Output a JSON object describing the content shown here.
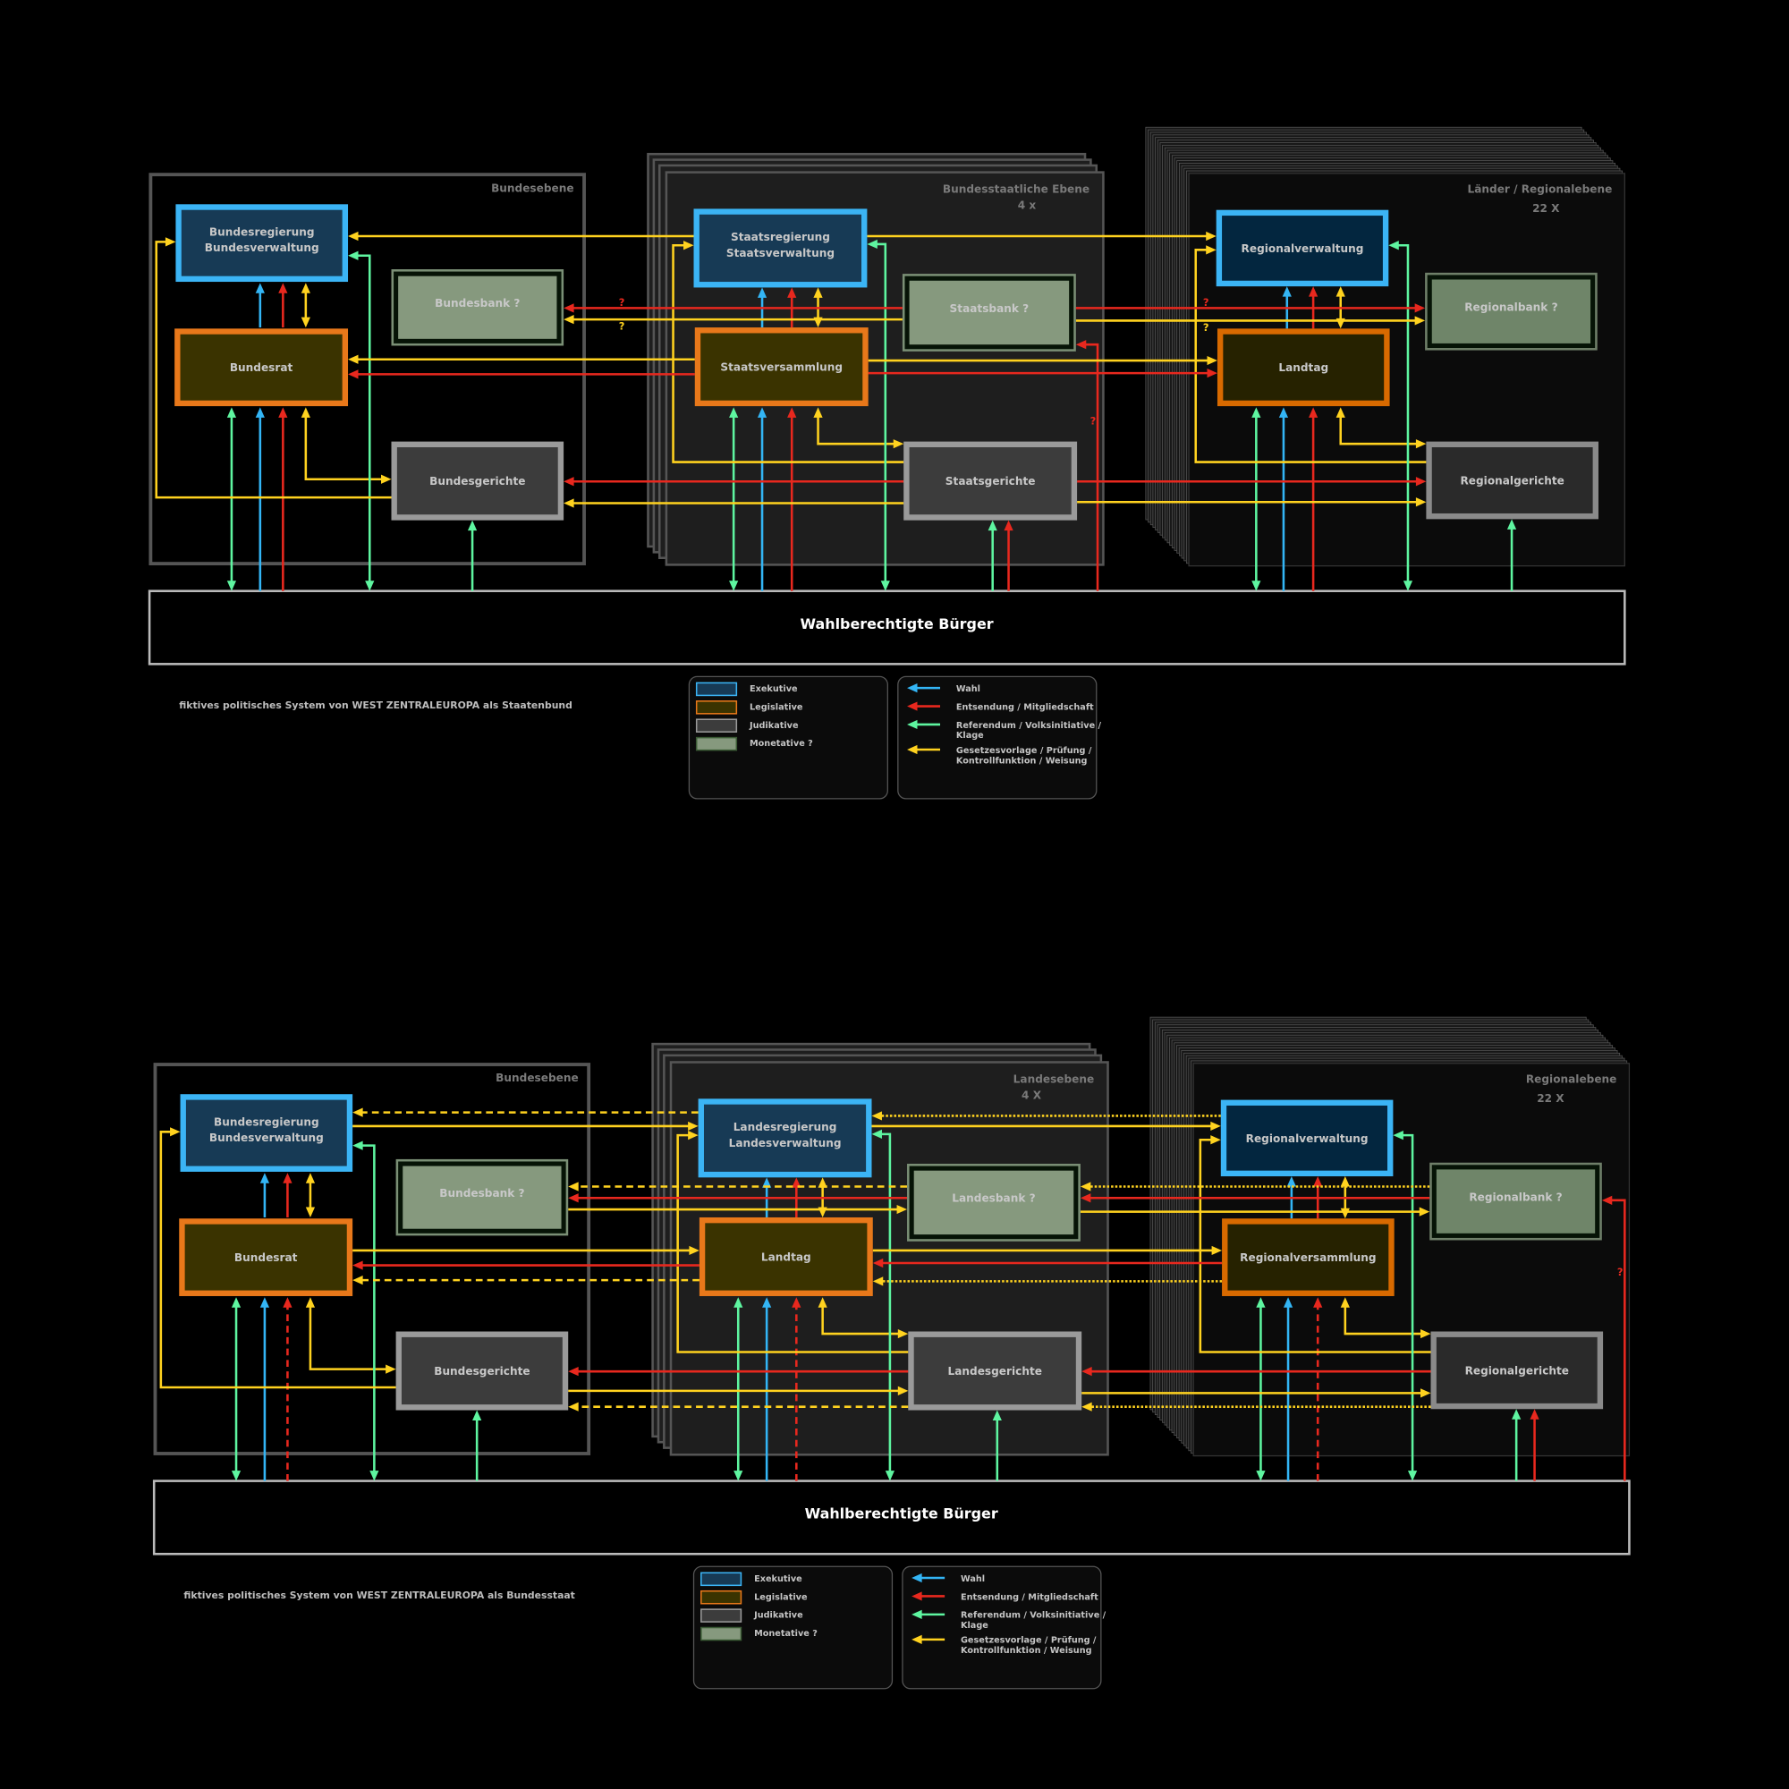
{
  "colors": {
    "executive": "#3bb4f5",
    "legislative": "#e8781a",
    "judiciary": "#9a9a9a",
    "monetary": "#86997e",
    "arrow_election": "#33b5f5",
    "arrow_delegation": "#e8281e",
    "arrow_referendum": "#5ef5a0",
    "arrow_legislation": "#ffd21f"
  },
  "uncertain_mark": "?",
  "diagrams": [
    {
      "caption": "fiktives politisches System von WEST ZENTRALEUROPA als Staatenbund",
      "citizens": "Wahlberechtigte Bürger",
      "levels": {
        "federal": {
          "title": "Bundesebene"
        },
        "state": {
          "title": "Bundesstaatliche Ebene",
          "count": "4 x"
        },
        "regional": {
          "title": "Länder / Regionalebene",
          "count": "22 X"
        }
      },
      "boxes": {
        "fed_exec": {
          "lines": [
            "Bundesregierung",
            "Bundesverwaltung"
          ]
        },
        "fed_leg": {
          "lines": [
            "Bundesrat"
          ]
        },
        "fed_mon": {
          "lines": [
            "Bundesbank  ?"
          ]
        },
        "fed_jud": {
          "lines": [
            "Bundesgerichte"
          ]
        },
        "st_exec": {
          "lines": [
            "Staatsregierung",
            "Staatsverwaltung"
          ]
        },
        "st_leg": {
          "lines": [
            "Staatsversammlung"
          ]
        },
        "st_mon": {
          "lines": [
            "Staatsbank ?"
          ]
        },
        "st_jud": {
          "lines": [
            "Staatsgerichte"
          ]
        },
        "rg_exec": {
          "lines": [
            "Regionalverwaltung"
          ]
        },
        "rg_leg": {
          "lines": [
            "Landtag"
          ]
        },
        "rg_mon": {
          "lines": [
            "Regionalbank ?"
          ]
        },
        "rg_jud": {
          "lines": [
            "Regionalgerichte"
          ]
        }
      }
    },
    {
      "caption": "fiktives politisches System von WEST ZENTRALEUROPA als Bundesstaat",
      "citizens": "Wahlberechtigte Bürger",
      "levels": {
        "federal": {
          "title": "Bundesebene"
        },
        "state": {
          "title": "Landesebene",
          "count": "4 X"
        },
        "regional": {
          "title": "Regionalebene",
          "count": "22 X"
        }
      },
      "boxes": {
        "fed_exec": {
          "lines": [
            "Bundesregierung",
            "Bundesverwaltung"
          ]
        },
        "fed_leg": {
          "lines": [
            "Bundesrat"
          ]
        },
        "fed_mon": {
          "lines": [
            "Bundesbank  ?"
          ]
        },
        "fed_jud": {
          "lines": [
            "Bundesgerichte"
          ]
        },
        "st_exec": {
          "lines": [
            "Landesregierung",
            "Landesverwaltung"
          ]
        },
        "st_leg": {
          "lines": [
            "Landtag"
          ]
        },
        "st_mon": {
          "lines": [
            "Landesbank ?"
          ]
        },
        "st_jud": {
          "lines": [
            "Landesgerichte"
          ]
        },
        "rg_exec": {
          "lines": [
            "Regionalverwaltung"
          ]
        },
        "rg_leg": {
          "lines": [
            "Regionalversammlung"
          ]
        },
        "rg_mon": {
          "lines": [
            "Regionalbank ?"
          ]
        },
        "rg_jud": {
          "lines": [
            "Regionalgerichte"
          ]
        }
      }
    }
  ],
  "legend": {
    "powers": [
      {
        "key": "executive",
        "label": "Exekutive"
      },
      {
        "key": "legislative",
        "label": "Legislative"
      },
      {
        "key": "judiciary",
        "label": "Judikative"
      },
      {
        "key": "monetary",
        "label": "Monetative ?"
      }
    ],
    "arrows": [
      {
        "key": "arrow_election",
        "lines": [
          "Wahl"
        ]
      },
      {
        "key": "arrow_delegation",
        "lines": [
          "Entsendung / Mitgliedschaft"
        ]
      },
      {
        "key": "arrow_referendum",
        "lines": [
          "Referendum / Volksinitiative /",
          "Klage"
        ]
      },
      {
        "key": "arrow_legislation",
        "lines": [
          "Gesetzesvorlage / Prüfung /",
          "Kontrollfunktion / Weisung"
        ]
      }
    ]
  }
}
